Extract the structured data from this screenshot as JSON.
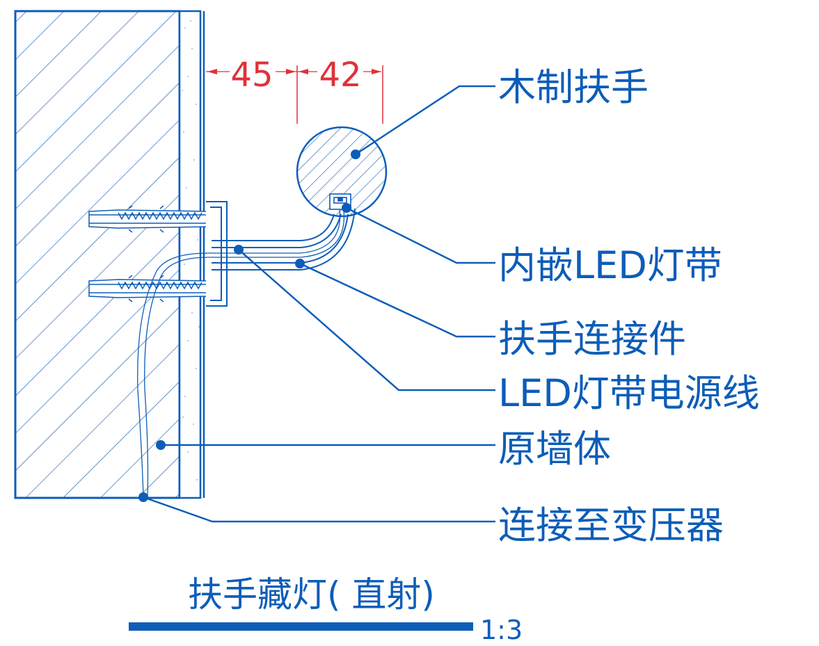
{
  "dimensions": {
    "wall_offset": "45",
    "handrail_width": "42"
  },
  "labels": {
    "wood_handrail": "木制扶手",
    "embedded_led_strip": "内嵌LED灯带",
    "handrail_connector": "扶手连接件",
    "led_power_cable": "LED灯带电源线",
    "original_wall": "原墙体",
    "to_transformer": "连接至变压器"
  },
  "title": {
    "text": "扶手藏灯( 直射)",
    "scale": "1:3"
  },
  "colors": {
    "line": "#0d5db8",
    "dimension": "#e0313a"
  }
}
